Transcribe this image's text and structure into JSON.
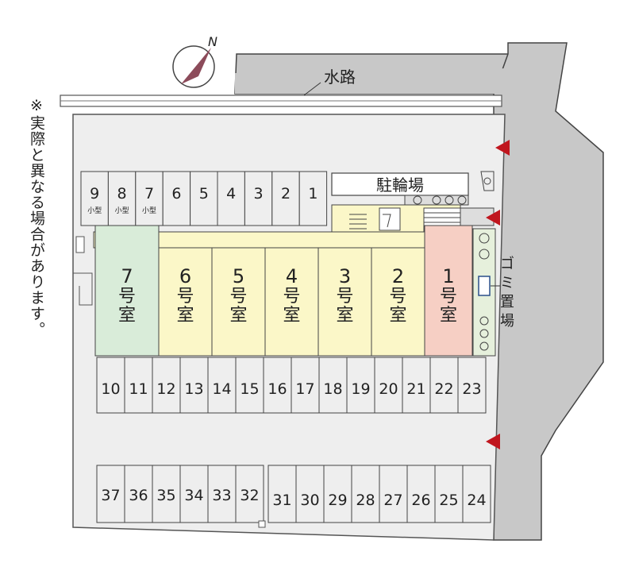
{
  "note": "※実際と異なる場合があります。",
  "compass": {
    "north_label": "N"
  },
  "waterway": "水路",
  "bicycle_parking": "駐輪場",
  "garbage": "ゴミ置場",
  "rooms": [
    {
      "id": "7",
      "label": "7号室",
      "number": "7",
      "kanji": [
        "号",
        "室"
      ],
      "color": "#d9ecd9"
    },
    {
      "id": "6",
      "label": "6号室",
      "number": "6",
      "kanji": [
        "号",
        "室"
      ],
      "color": "#fbf7c8"
    },
    {
      "id": "5",
      "label": "5号室",
      "number": "5",
      "kanji": [
        "号",
        "室"
      ],
      "color": "#fbf7c8"
    },
    {
      "id": "4",
      "label": "4号室",
      "number": "4",
      "kanji": [
        "号",
        "室"
      ],
      "color": "#fbf7c8"
    },
    {
      "id": "3",
      "label": "3号室",
      "number": "3",
      "kanji": [
        "号",
        "室"
      ],
      "color": "#fbf7c8"
    },
    {
      "id": "2",
      "label": "2号室",
      "number": "2",
      "kanji": [
        "号",
        "室"
      ],
      "color": "#fbf7c8"
    },
    {
      "id": "1",
      "label": "1号室",
      "number": "1",
      "kanji": [
        "号",
        "室"
      ],
      "color": "#f6cfc4"
    }
  ],
  "parking_top": [
    {
      "number": "9",
      "sub": "小型"
    },
    {
      "number": "8",
      "sub": "小型"
    },
    {
      "number": "7",
      "sub": "小型"
    },
    {
      "number": "6",
      "sub": ""
    },
    {
      "number": "5",
      "sub": ""
    },
    {
      "number": "4",
      "sub": ""
    },
    {
      "number": "3",
      "sub": ""
    },
    {
      "number": "2",
      "sub": ""
    },
    {
      "number": "1",
      "sub": ""
    }
  ],
  "parking_middle": [
    "10",
    "11",
    "12",
    "13",
    "14",
    "15",
    "16",
    "17",
    "18",
    "19",
    "20",
    "21",
    "22",
    "23"
  ],
  "parking_bottom_left": [
    "37",
    "36",
    "35",
    "34",
    "33",
    "32"
  ],
  "parking_bottom_right": [
    "31",
    "30",
    "29",
    "28",
    "27",
    "26",
    "25",
    "24"
  ],
  "colors": {
    "road": "#c8c8c8",
    "lot": "#eeeeee",
    "building_hall": "#fbf7c8",
    "entrance_arrow": "#c0161e",
    "compass_needle": "#8c4b5a"
  }
}
